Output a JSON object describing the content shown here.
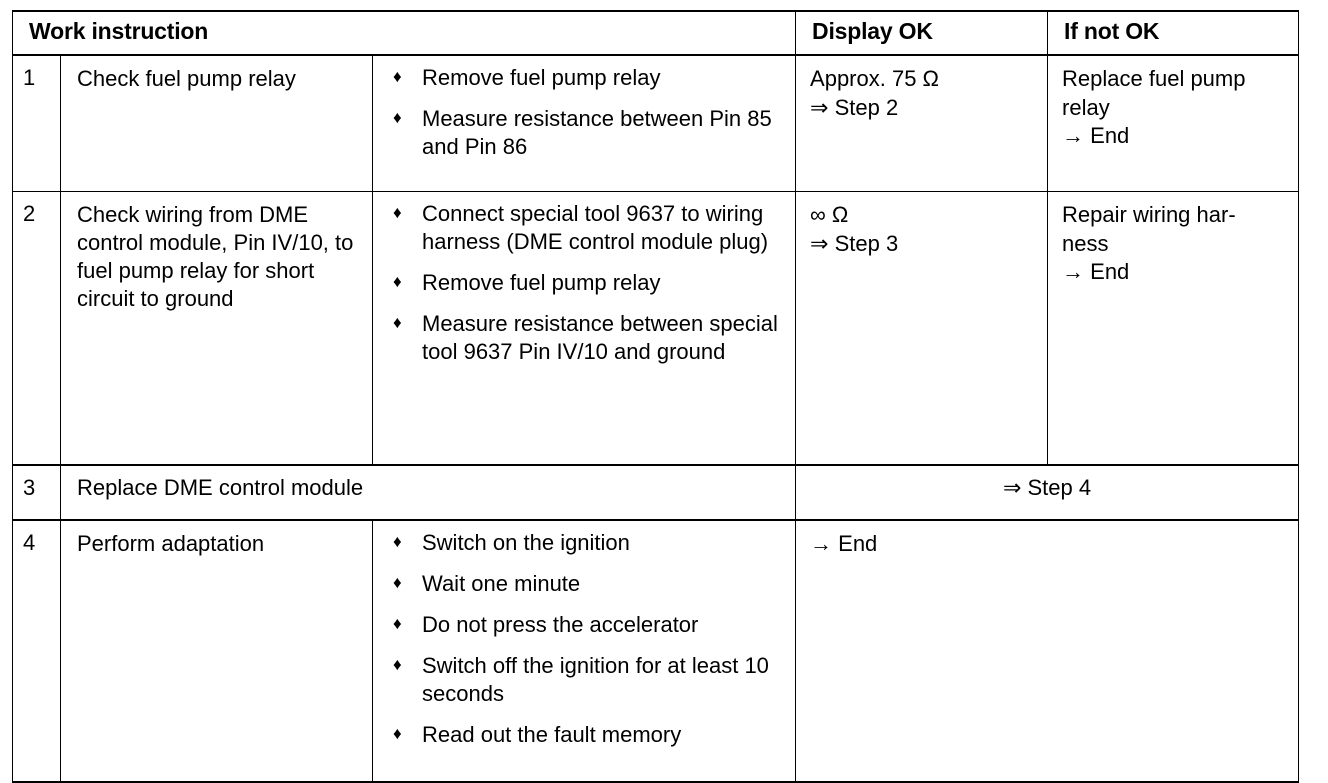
{
  "table": {
    "columns": [
      {
        "key": "step_no",
        "label": ""
      },
      {
        "key": "work_instruction",
        "label": "Work instruction"
      },
      {
        "key": "actions",
        "label": ""
      },
      {
        "key": "display_ok",
        "label": "Display OK"
      },
      {
        "key": "if_not_ok",
        "label": "If not OK"
      }
    ],
    "bullet_glyph": "♦",
    "rows": [
      {
        "no": "1",
        "description": "Check fuel pump relay",
        "actions": [
          "Remove fuel pump relay",
          "Measure resistance between Pin 85 and Pin 86"
        ],
        "display_ok": [
          "Approx. 75 Ω",
          "⇒ Step 2"
        ],
        "if_not_ok": [
          "Replace fuel pump",
          "relay",
          "→ End"
        ]
      },
      {
        "no": "2",
        "description": "Check wiring from DME control module, Pin IV/10, to fuel pump relay for short circuit to ground",
        "actions": [
          "Connect special tool 9637 to wiring harness (DME control module plug)",
          "Remove fuel pump relay",
          "Measure resistance between special tool 9637 Pin IV/10 and ground"
        ],
        "display_ok": [
          "∞ Ω",
          "⇒ Step 3"
        ],
        "if_not_ok": [
          "Repair wiring har-",
          "ness",
          "→ End"
        ]
      },
      {
        "no": "3",
        "description": "Replace DME control module",
        "actions": [],
        "merged_result": "⇒ Step 4"
      },
      {
        "no": "4",
        "description": "Perform adaptation",
        "actions": [
          "Switch on the ignition",
          "Wait one minute",
          "Do not press the accelerator",
          "Switch off the ignition for at least 10 seconds",
          "Read out the fault memory"
        ],
        "merged_result": "→ End"
      }
    ]
  }
}
